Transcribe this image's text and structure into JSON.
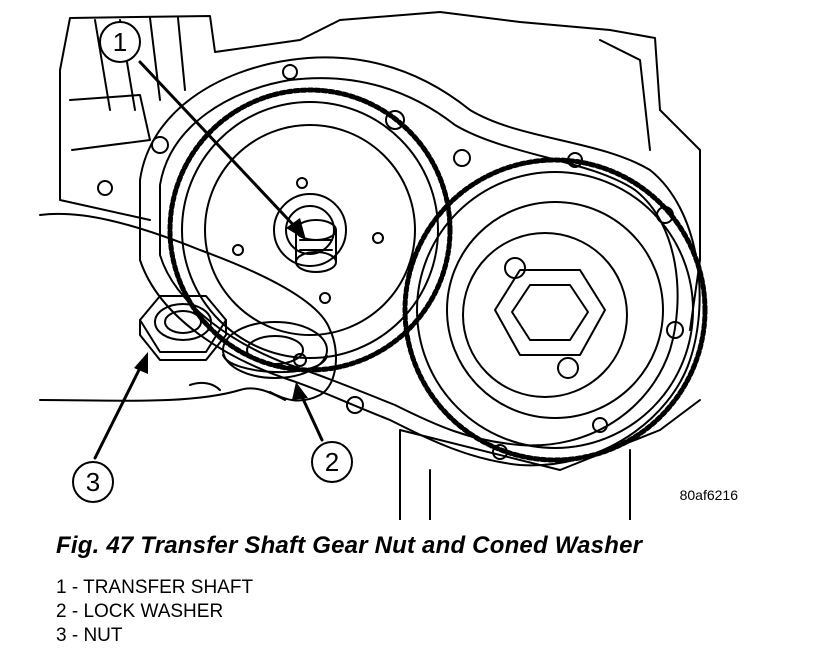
{
  "figure": {
    "id": "80af6216",
    "callouts": [
      {
        "number": "1"
      },
      {
        "number": "2"
      },
      {
        "number": "3"
      }
    ]
  },
  "caption": "Fig. 47 Transfer Shaft Gear Nut and Coned Washer",
  "legend": [
    {
      "text": "1 - TRANSFER SHAFT"
    },
    {
      "text": "2 - LOCK WASHER"
    },
    {
      "text": "3 - NUT"
    }
  ]
}
